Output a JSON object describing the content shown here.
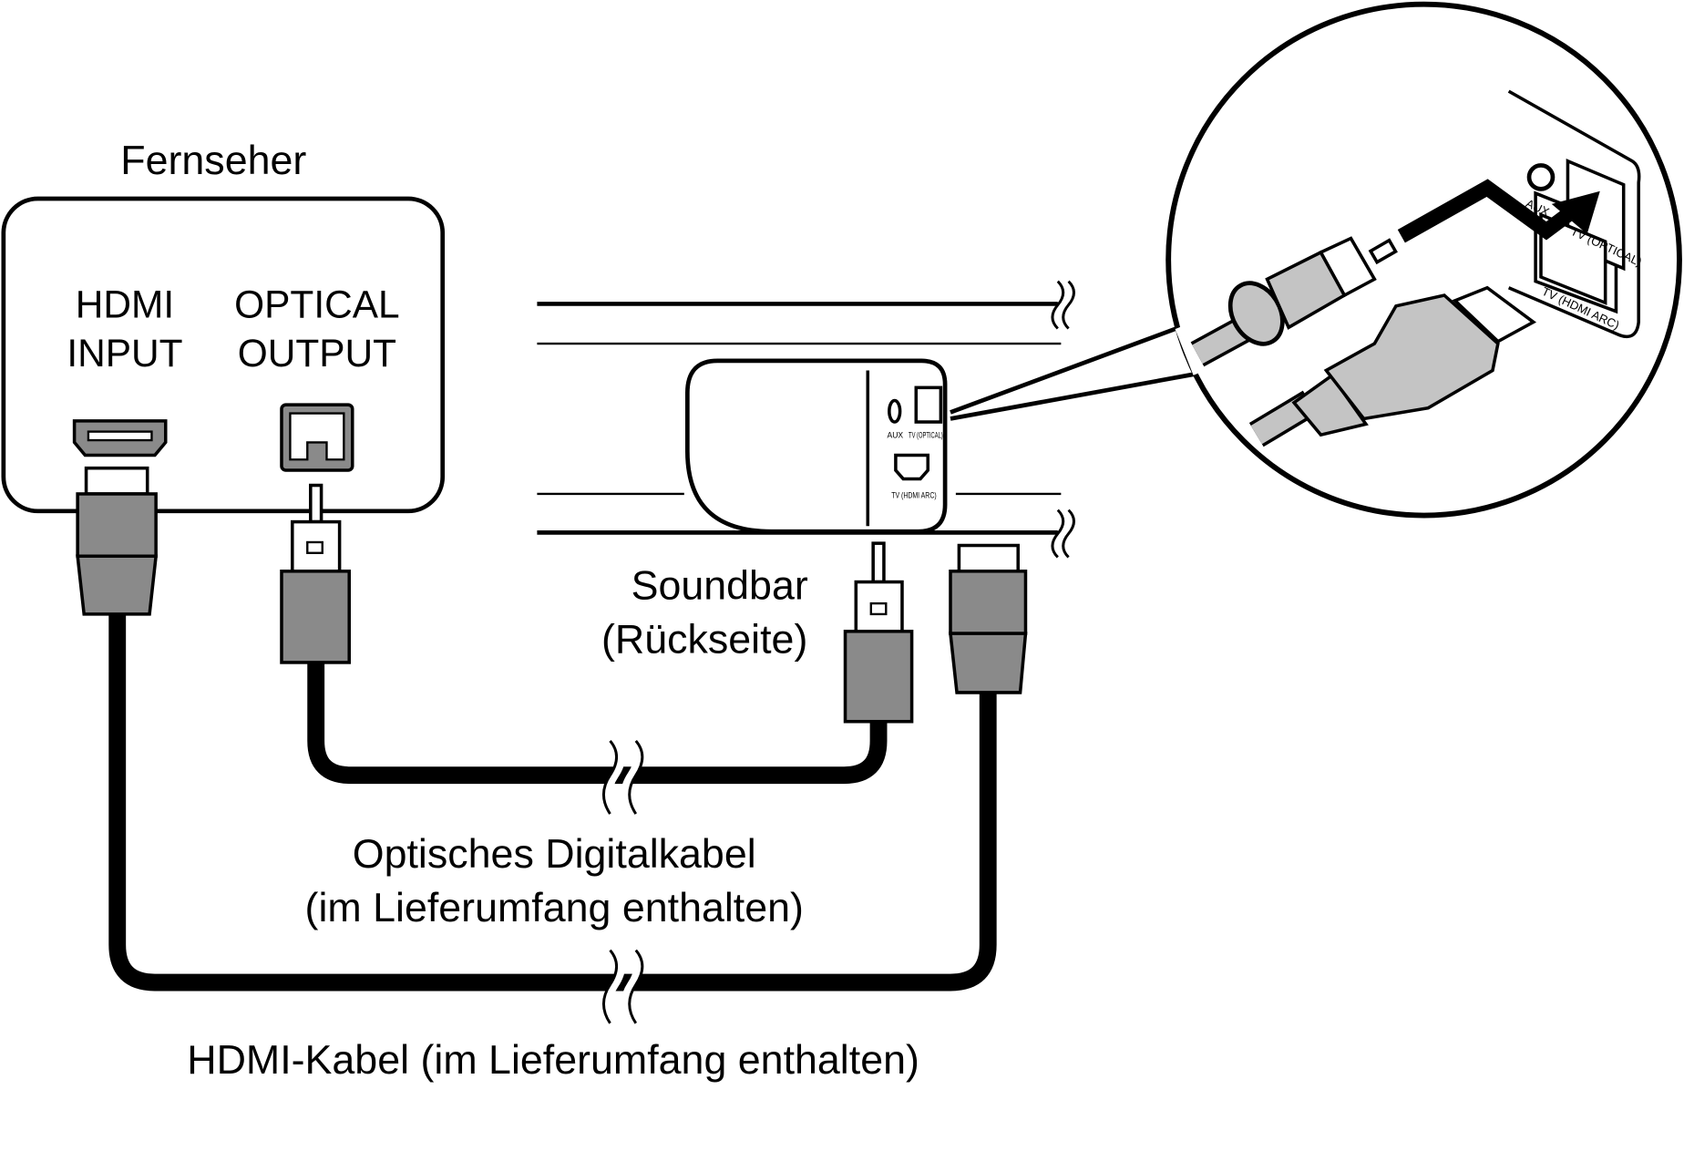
{
  "tv": {
    "title": "Fernseher",
    "hdmi_label": [
      "HDMI",
      "INPUT"
    ],
    "optical_label": [
      "OPTICAL",
      "OUTPUT"
    ]
  },
  "soundbar": {
    "title": "Soundbar",
    "subtitle": "(Rückseite)",
    "aux_label": "AUX",
    "optical_label": "TV (OPTICAL)",
    "hdmi_label": "TV (HDMI ARC)"
  },
  "callout": {
    "aux_label": "AUX",
    "optical_label": "TV (OPTICAL)",
    "hdmi_label": "TV (HDMI ARC)"
  },
  "cables": {
    "optical": [
      "Optisches Digitalkabel",
      "(im Lieferumfang enthalten)"
    ],
    "hdmi": "HDMI-Kabel (im Lieferumfang enthalten)"
  },
  "colors": {
    "plug": "#8a8a8a",
    "callout_plug": "#c4c4c4",
    "line": "#000000"
  }
}
